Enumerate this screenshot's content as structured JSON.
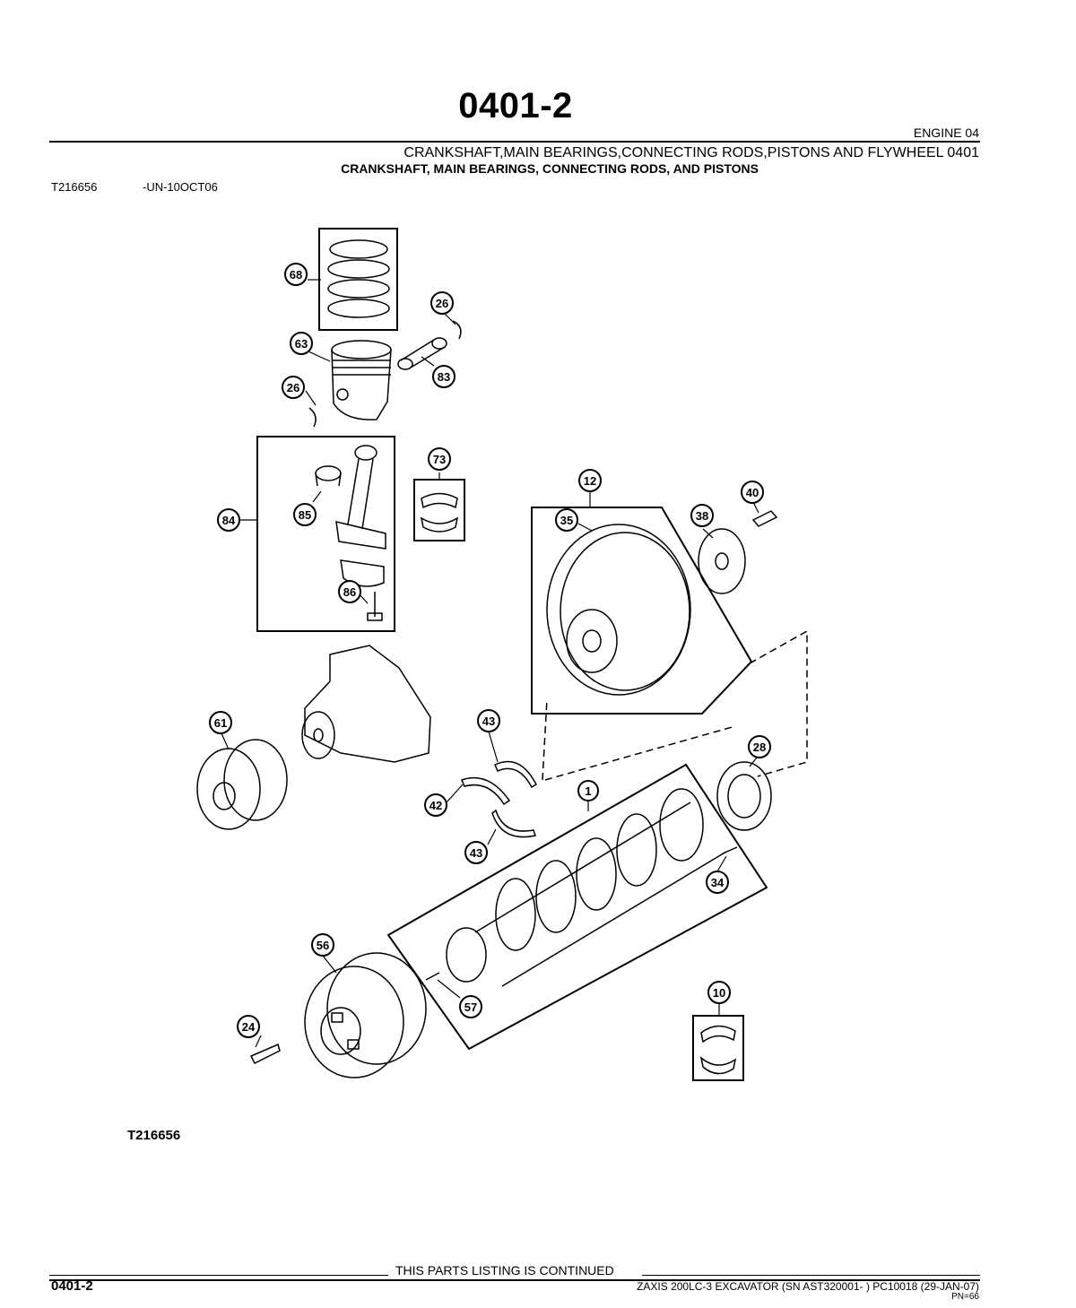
{
  "page_title": "0401-2",
  "section_tag": "ENGINE  04",
  "group_title": "CRANKSHAFT,MAIN BEARINGS,CONNECTING RODS,PISTONS AND FLYWHEEL 0401",
  "sub_title": "CRANKSHAFT, MAIN BEARINGS, CONNECTING RODS, AND PISTONS",
  "image_id": "T216656",
  "image_date": "-UN-10OCT06",
  "figure_ref": "T216656",
  "callouts": {
    "c68": "68",
    "c26a": "26",
    "c63": "63",
    "c83": "83",
    "c26b": "26",
    "c73": "73",
    "c84": "84",
    "c85": "85",
    "c86": "86",
    "c12": "12",
    "c35": "35",
    "c38": "38",
    "c40": "40",
    "c61": "61",
    "c43a": "43",
    "c42": "42",
    "c43b": "43",
    "c1": "1",
    "c28": "28",
    "c34": "34",
    "c56": "56",
    "c57": "57",
    "c24": "24",
    "c10": "10"
  },
  "continued_text": "THIS PARTS LISTING IS CONTINUED",
  "footer": {
    "page": "0401-2",
    "model": "ZAXIS 200LC-3 EXCAVATOR (SN AST320001- )   PC10018    (29-JAN-07)",
    "pn": "PN=66"
  }
}
